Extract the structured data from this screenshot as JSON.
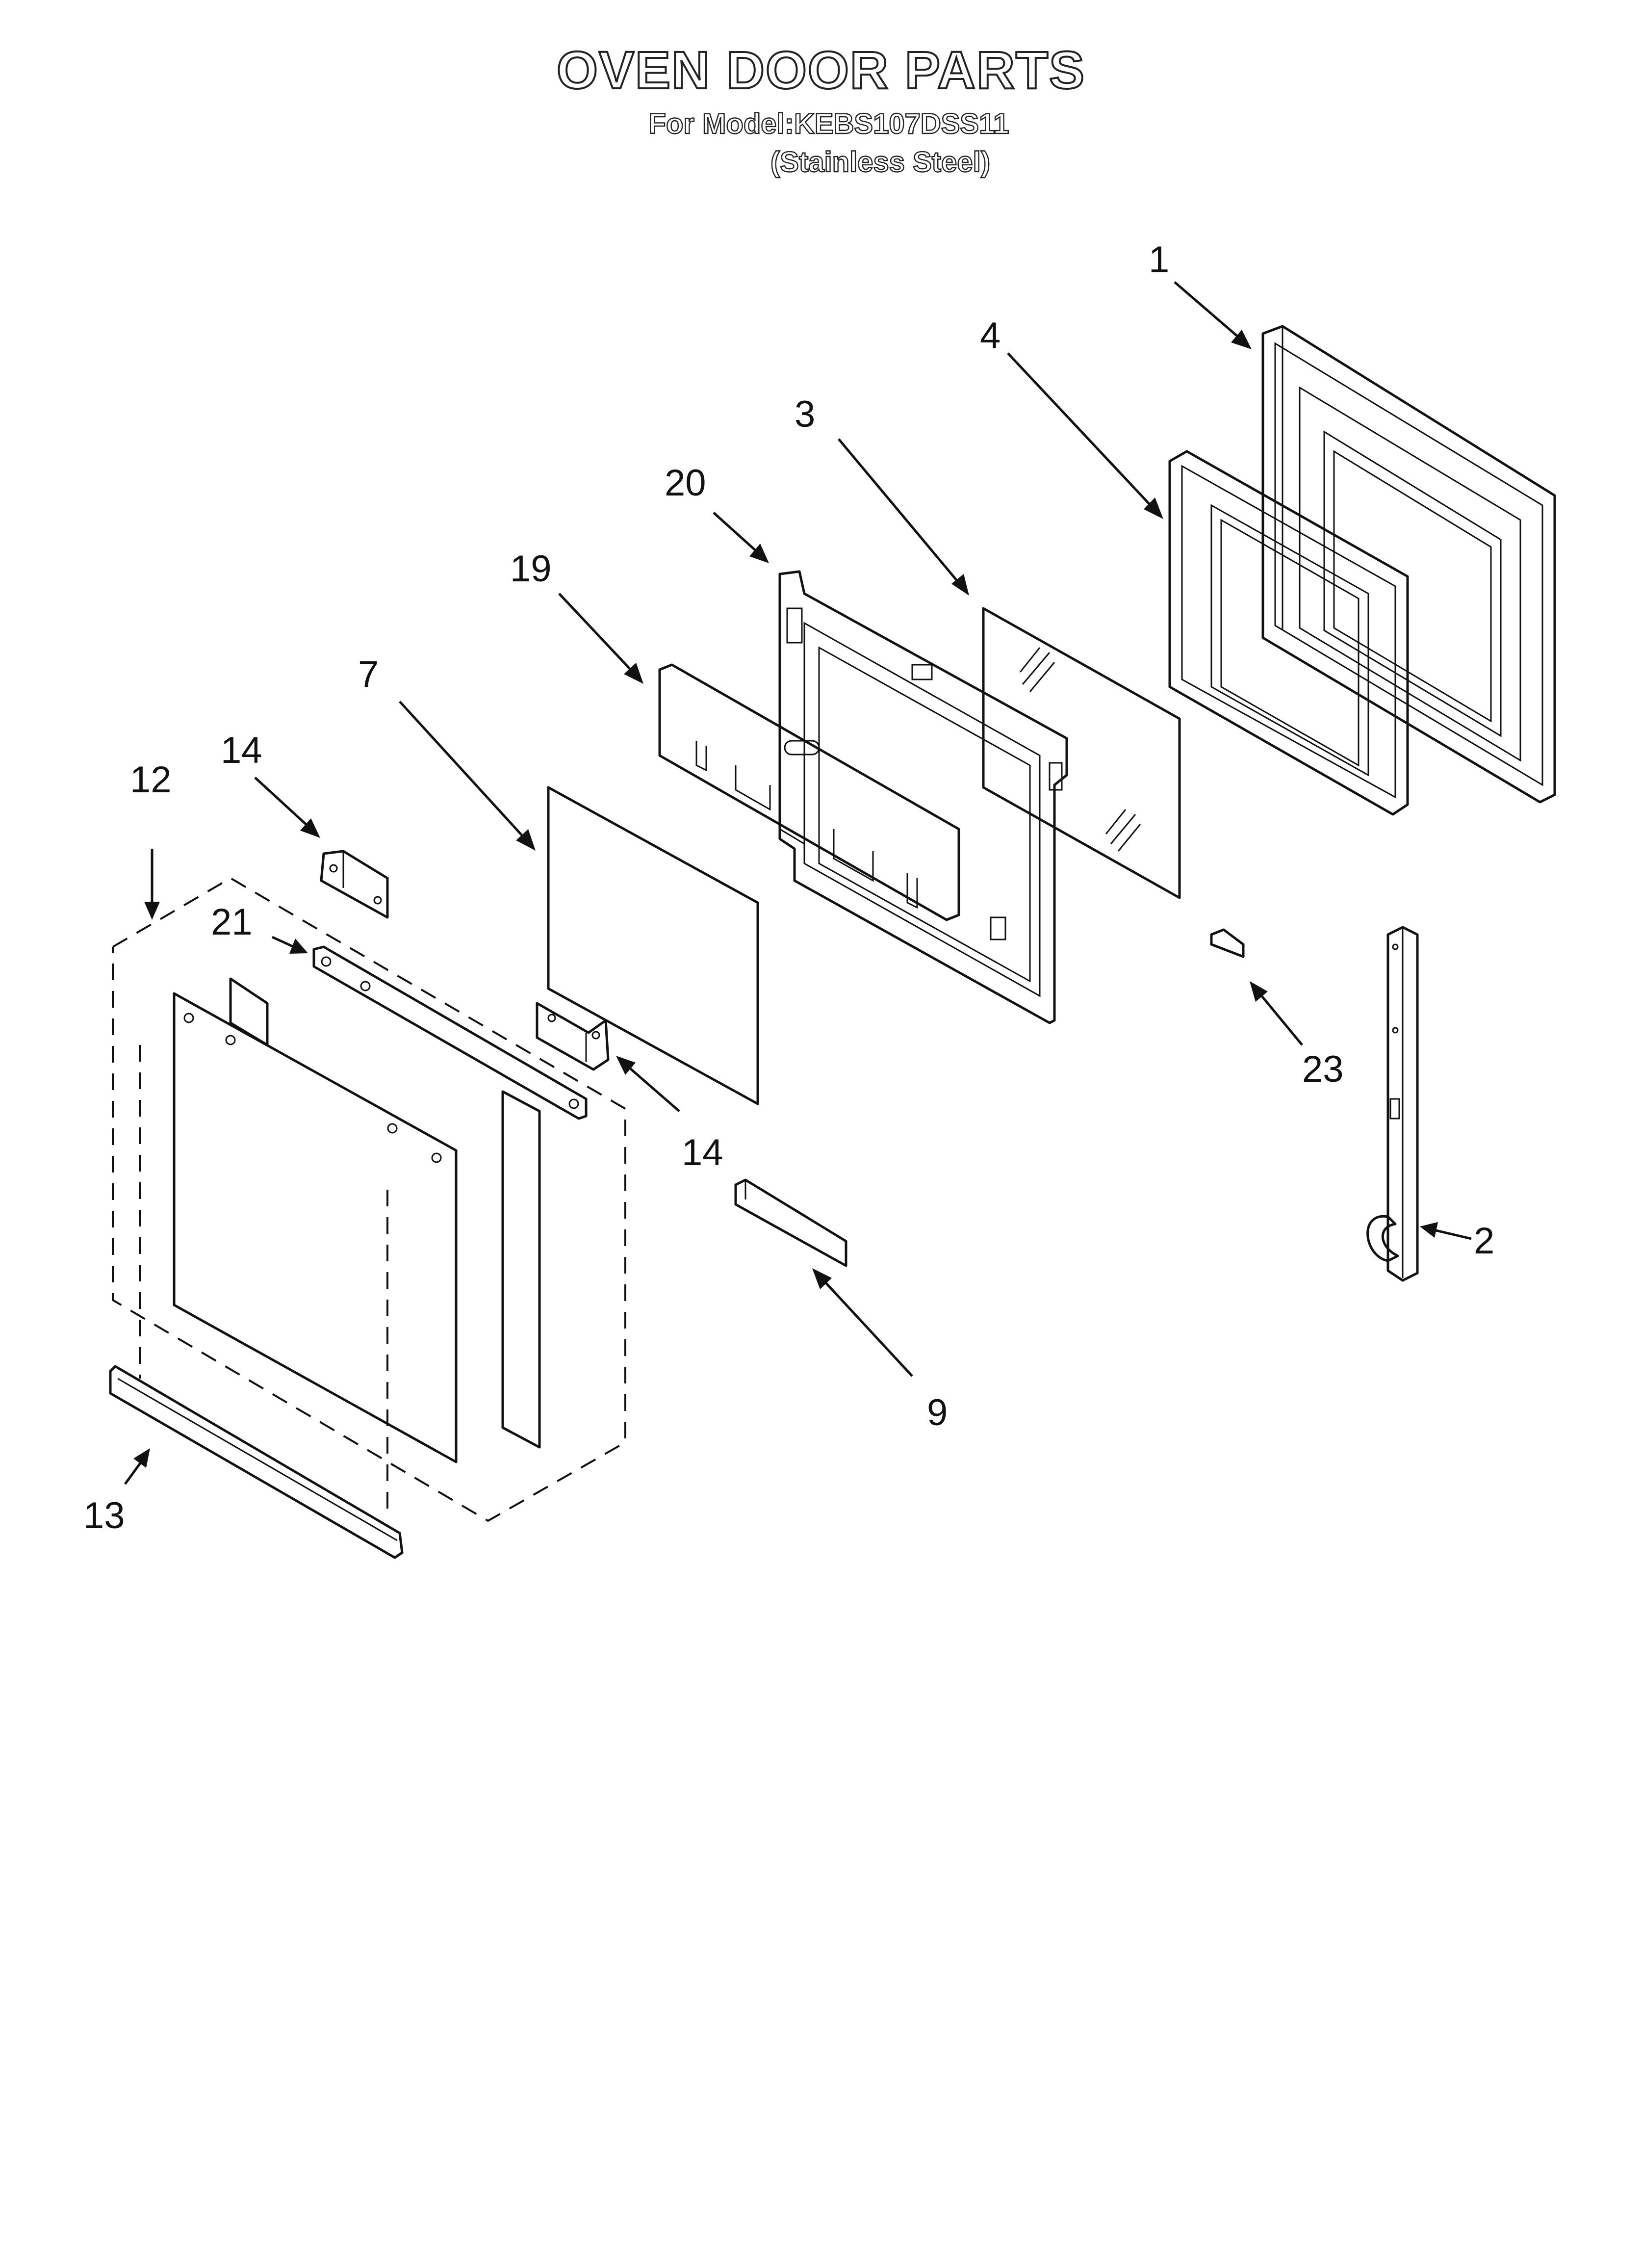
{
  "header": {
    "title": "OVEN DOOR PARTS",
    "model_line": "For Model:KEBS107DSS11",
    "finish_line": "(Stainless Steel)"
  },
  "callouts": {
    "c1": "1",
    "c2": "2",
    "c3": "3",
    "c4": "4",
    "c7": "7",
    "c9": "9",
    "c12": "12",
    "c13": "13",
    "c14a": "14",
    "c14b": "14",
    "c19": "19",
    "c20": "20",
    "c21": "21",
    "c23": "23"
  }
}
